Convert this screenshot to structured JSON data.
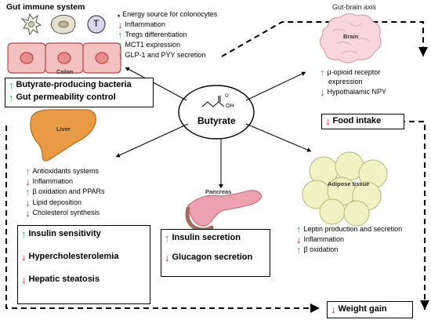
{
  "title_left": "Gut immune system",
  "title_right": "Gut-brain axis",
  "center_label": "Butyrate",
  "chem_oh": "OH",
  "chem_o": "O",
  "cell_t_label": "T",
  "organs": {
    "colon": "Colon",
    "brain": "Brain",
    "liver": "Liver",
    "pancreas": "Pancreas",
    "adipose": "Adipose tissue"
  },
  "gut_effects": [
    {
      "dir": "dot",
      "text": "Energy source for colonocytes"
    },
    {
      "dir": "down",
      "text": "Inflammation"
    },
    {
      "dir": "up",
      "text": "Tregs differentiation"
    },
    {
      "dir": "up",
      "text": "MCT1 expression"
    },
    {
      "dir": "up",
      "text": "GLP-1 and PYY secretion"
    }
  ],
  "gut_box": [
    {
      "dir": "up",
      "text": "Butyrate-producing bacteria"
    },
    {
      "dir": "up",
      "text": "Gut permeability control"
    }
  ],
  "brain_effects": [
    {
      "dir": "up",
      "text": "µ-opioid receptor",
      "text2": "expression"
    },
    {
      "dir": "down",
      "text": "Hypothalamic NPY"
    }
  ],
  "food_box": {
    "dir": "down",
    "text": "Food intake"
  },
  "liver_effects": [
    {
      "dir": "up",
      "text": "Antioxidants systems"
    },
    {
      "dir": "down",
      "text": "Inflammation"
    },
    {
      "dir": "up",
      "text": "β oxidation and PPARs"
    },
    {
      "dir": "down",
      "text": "Lipid deposition"
    },
    {
      "dir": "down",
      "text": "Cholesterol synthesis"
    }
  ],
  "liver_box": [
    {
      "dir": "up",
      "text": "Insulin sensitivity"
    },
    {
      "dir": "down",
      "text": "Hypercholesterolemia"
    },
    {
      "dir": "down",
      "text": "Hepatic steatosis"
    }
  ],
  "pancreas_box": [
    {
      "dir": "up",
      "text": "Insulin secretion"
    },
    {
      "dir": "down",
      "text": "Glucagon secretion"
    }
  ],
  "adipose_effects": [
    {
      "dir": "up",
      "text": "Leptin production and secretion"
    },
    {
      "dir": "down",
      "text": "Inflammation"
    },
    {
      "dir": "up",
      "text": "β oxidation"
    }
  ],
  "weight_box": {
    "dir": "down",
    "text": "Weight gain"
  },
  "colors": {
    "up": "#2fb34a",
    "down": "#d22222",
    "colon_cell": "#f4c1c1",
    "liver": "#e99a45",
    "adipocyte": "#f1f2c4",
    "brain": "#f8d6dc",
    "pancreas": "#eda0ad"
  }
}
